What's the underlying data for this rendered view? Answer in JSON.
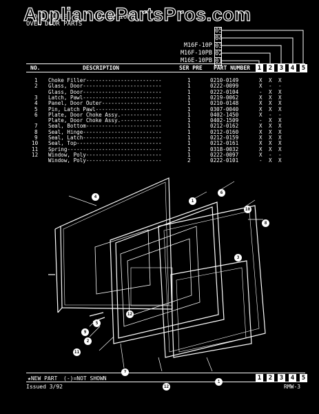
{
  "watermark": "AppliancePartsPros.com",
  "header": {
    "title_line1": "MODEL NUMBER ... DESCRIPTION",
    "title_line2": "OVEN DOOR PARTS",
    "model_box_top": "05",
    "models": [
      {
        "code": "",
        "box": "04"
      },
      {
        "code": "M16F-10P",
        "box": "03"
      },
      {
        "code": "M16F-10PB",
        "box": "02"
      },
      {
        "code": "M16E-10PB",
        "box": "01"
      }
    ]
  },
  "columns": {
    "no": "NO.",
    "description": "DESCRIPTION",
    "ser_pre": "SER PRE",
    "part_number": "PART NUMBER",
    "model_cols": [
      "1",
      "2",
      "3",
      "4",
      "5"
    ]
  },
  "parts": [
    {
      "no": "1",
      "desc": "Choke Filler",
      "qty": "1",
      "part": "0210-0149",
      "m": [
        "X",
        "X",
        "X"
      ]
    },
    {
      "no": "2",
      "desc": "Glass, Door",
      "qty": "1",
      "part": "0222-0099",
      "m": [
        "X",
        "-",
        "-"
      ]
    },
    {
      "no": "",
      "desc": "Glass, Door",
      "qty": "1",
      "part": "0222-0104",
      "m": [
        "-",
        "X",
        "X"
      ]
    },
    {
      "no": "3",
      "desc": "Latch, Pawl",
      "qty": "1",
      "part": "0219-0062",
      "m": [
        "X",
        "X",
        "X"
      ]
    },
    {
      "no": "4",
      "desc": "Panel, Door Outer",
      "qty": "1",
      "part": "0210-0148",
      "m": [
        "X",
        "X",
        "X"
      ]
    },
    {
      "no": "5",
      "desc": "Pin, Latch Pawl",
      "qty": "1",
      "part": "0307-0040",
      "m": [
        "X",
        "X",
        "X"
      ]
    },
    {
      "no": "6",
      "desc": "Plate, Door Choke Assy.",
      "qty": "1",
      "part": "0402-1450",
      "m": [
        "X",
        "-",
        "-"
      ]
    },
    {
      "no": "",
      "desc": "Plate, Door Choke Assy.",
      "qty": "1",
      "part": "0402-1509",
      "m": [
        "-",
        "X",
        "X"
      ]
    },
    {
      "no": "7",
      "desc": "Seal, Bottom",
      "qty": "1",
      "part": "0212-0162",
      "m": [
        "X",
        "X",
        "X"
      ]
    },
    {
      "no": "8",
      "desc": "Seal, Hinge",
      "qty": "1",
      "part": "0212-0160",
      "m": [
        "X",
        "X",
        "X"
      ]
    },
    {
      "no": "9",
      "desc": "Seal, Latch",
      "qty": "1",
      "part": "0212-0159",
      "m": [
        "X",
        "X",
        "X"
      ]
    },
    {
      "no": "10",
      "desc": "Seal, Top",
      "qty": "1",
      "part": "0212-0161",
      "m": [
        "X",
        "X",
        "X"
      ]
    },
    {
      "no": "11",
      "desc": "Spring",
      "qty": "1",
      "part": "0318-0032",
      "m": [
        "X",
        "X",
        "X"
      ]
    },
    {
      "no": "12",
      "desc": "Window, Poly",
      "qty": "1",
      "part": "0222-0097",
      "m": [
        "X",
        "-",
        "-"
      ]
    },
    {
      "no": "",
      "desc": "Window, Poly",
      "qty": "2",
      "part": "0222-0101",
      "m": [
        "-",
        "X",
        "X"
      ]
    }
  ],
  "callouts": [
    "4",
    "1",
    "6",
    "10",
    "8",
    "9",
    "2",
    "11",
    "12",
    "3",
    "5",
    "7",
    "1",
    "12"
  ],
  "footer": {
    "legend_new": "★NEW PART",
    "legend_not_shown": "(-)=NOT SHOWN",
    "issued": "Issued 3/92",
    "page_code": "RMW-3",
    "model_cols": [
      "1",
      "2",
      "3",
      "4",
      "5"
    ]
  }
}
